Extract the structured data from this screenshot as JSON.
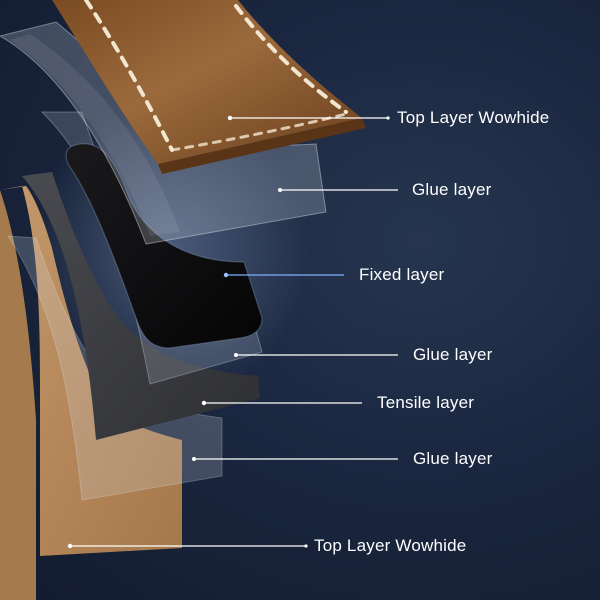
{
  "diagram": {
    "layers": [
      {
        "label": "Top Layer Wowhide",
        "material": "brown-leather"
      },
      {
        "label": "Glue layer",
        "material": "transparent-film"
      },
      {
        "label": "Fixed layer",
        "material": "black-board"
      },
      {
        "label": "Glue layer",
        "material": "transparent-film"
      },
      {
        "label": "Tensile layer",
        "material": "dark-gray-fabric"
      },
      {
        "label": "Glue layer",
        "material": "transparent-film"
      },
      {
        "label": "Top Layer Wowhide",
        "material": "suede-back"
      }
    ]
  },
  "colors": {
    "background": "#1b2740",
    "leather": "#8a5a30",
    "suede": "#b98a5c",
    "black_board": "#0c0c0e",
    "tensile": "#3c3d41",
    "film": "#a9b6c8",
    "stitch": "#f2e6cf",
    "leader_line": "#ffffff"
  }
}
